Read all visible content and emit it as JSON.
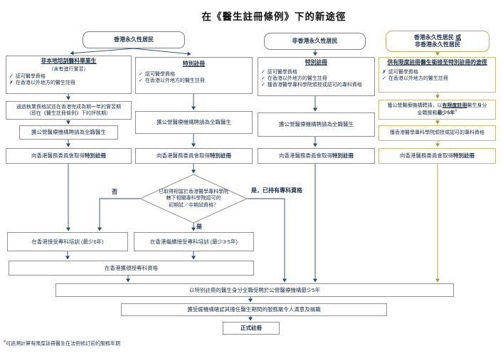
{
  "title": "在《醫生註冊條例》下的新途徑",
  "colors": {
    "line_blue": "#274a72",
    "line_gold": "#ad9440",
    "border_grey": "#8f8f8f",
    "border_gold": "#c9b97e"
  },
  "entry_nodes": {
    "hk_resident": "香港永久性居民",
    "non_hk_resident": "非香港永久性居民",
    "either_line1_pre": "香港永久性居民 ",
    "either_or": "或",
    "either_line2": "非香港永久性居民"
  },
  "columns": [
    {
      "header": "非本地培訓醫科畢業生",
      "subheader": "（未有進行實習）",
      "items": [
        {
          "mark": "✓",
          "text": "認可醫學資格"
        },
        {
          "mark": "✗",
          "text": "在香港以外地方的醫生註冊"
        }
      ]
    },
    {
      "header": "特別註冊",
      "items": [
        {
          "mark": "✓",
          "text": "認可醫學資格"
        },
        {
          "mark": "✓",
          "text": "在香港以外地方的醫生註冊"
        }
      ]
    },
    {
      "header": "特別註冊",
      "items": [
        {
          "mark": "✓",
          "text": "認可醫學資格"
        },
        {
          "mark": "✓",
          "text": "在香港以外地方的醫生註冊"
        },
        {
          "mark": "✓",
          "text": "獲香港醫學專科學院頒授或認可的專科資格"
        }
      ]
    },
    {
      "header": "供有限度註冊醫生銜接至特別註冊的途徑",
      "items": [
        {
          "mark": "✗",
          "text": "認可醫學資格"
        },
        {
          "mark": "✓",
          "text": "在香港以外地方的醫生註冊"
        }
      ]
    }
  ],
  "steps": {
    "exam_internship_line1": "通過執業資格試並在香港完成為期一年的實習期",
    "exam_internship_line2": "（即在《醫生註冊條例》下的評核期）",
    "employed_fulltime": "獲公營醫療機構聘請為全職醫生",
    "mc_prefix": "向香港醫務委員會取得",
    "mc_bold": "特別註冊",
    "limited_line1_pre": "獲公營醫療機構聘請，以",
    "limited_line1_bold": "有限度註冊",
    "limited_line1_post": "醫生身分",
    "limited_line2_pre": "全職服務",
    "limited_line2_bold": "最少5年",
    "limited_sup": "#",
    "academy_qualification": "獲香港醫學專科學院頒授或認可的專科資格"
  },
  "decision": {
    "line1": "已取得相當於香港醫學專科學院",
    "line2": "轄下相關專科學院認可的",
    "line3": "初期試／中期試資格？",
    "no_label": "否",
    "yes_label": "是",
    "yes_specialist_label": "是，已持有專科資格"
  },
  "training": {
    "six_years": "在香港接受專科培訓 (最少6年)",
    "three_five_years": "在香港繼續接受專科培訓 (最少3-5年)",
    "awarded": "在香港獲頒授專科資格"
  },
  "final": {
    "service_5yr": "以特別註冊的醫生身分全職受聘於公營醫療機構最少5年",
    "confirm": "獲受僱機構確認其擔任醫生期間的服務屬令人滿意及稱職",
    "full_reg": "正式註冊"
  },
  "footnote": {
    "sup": "#",
    "text": "可追溯計算有限度註冊醫生在法例修訂前的服務年期"
  }
}
